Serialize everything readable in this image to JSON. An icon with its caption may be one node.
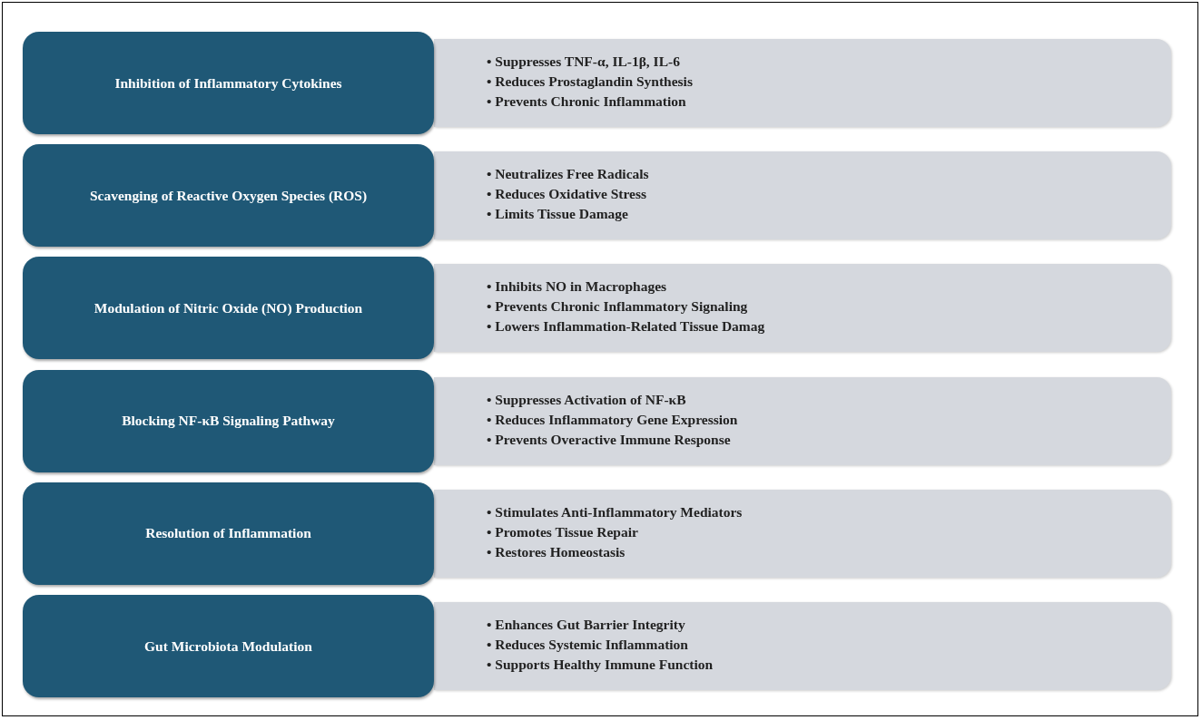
{
  "diagram": {
    "nodes": [
      {
        "text": [
          "Inhibition of Inflammatory Cytokines"
        ]
      },
      {
        "text": [
          "• Suppresses TNF-α, IL-1β, IL-6",
          "• Reduces Prostaglandin Synthesis",
          "• Prevents Chronic Inflammation"
        ]
      },
      {
        "text": [
          "Scavenging of Reactive Oxygen Species (ROS)"
        ]
      },
      {
        "text": [
          "• Neutralizes Free Radicals",
          "• Reduces Oxidative Stress",
          "• Limits Tissue Damage"
        ]
      },
      {
        "text": [
          "Modulation of Nitric Oxide (NO) Production"
        ]
      },
      {
        "text": [
          "• Inhibits NO in Macrophages",
          "• Prevents Chronic Inflammatory Signaling",
          "• Lowers Inflammation-Related Tissue Damag"
        ]
      },
      {
        "text": [
          "Blocking NF-κB Signaling Pathway"
        ]
      },
      {
        "text": [
          "• Suppresses Activation of NF-κB",
          "• Reduces Inflammatory Gene Expression",
          "• Prevents Overactive Immune Response"
        ]
      },
      {
        "text": [
          "Resolution of Inflammation"
        ]
      },
      {
        "text": [
          "• Stimulates Anti-Inflammatory Mediators",
          "• Promotes Tissue Repair",
          "• Restores Homeostasis"
        ]
      },
      {
        "text": [
          "Gut Microbiota Modulation"
        ]
      },
      {
        "text": [
          "• Enhances Gut Barrier Integrity",
          "• Reduces Systemic Inflammation",
          "• Supports Healthy Immune Function"
        ]
      }
    ]
  }
}
